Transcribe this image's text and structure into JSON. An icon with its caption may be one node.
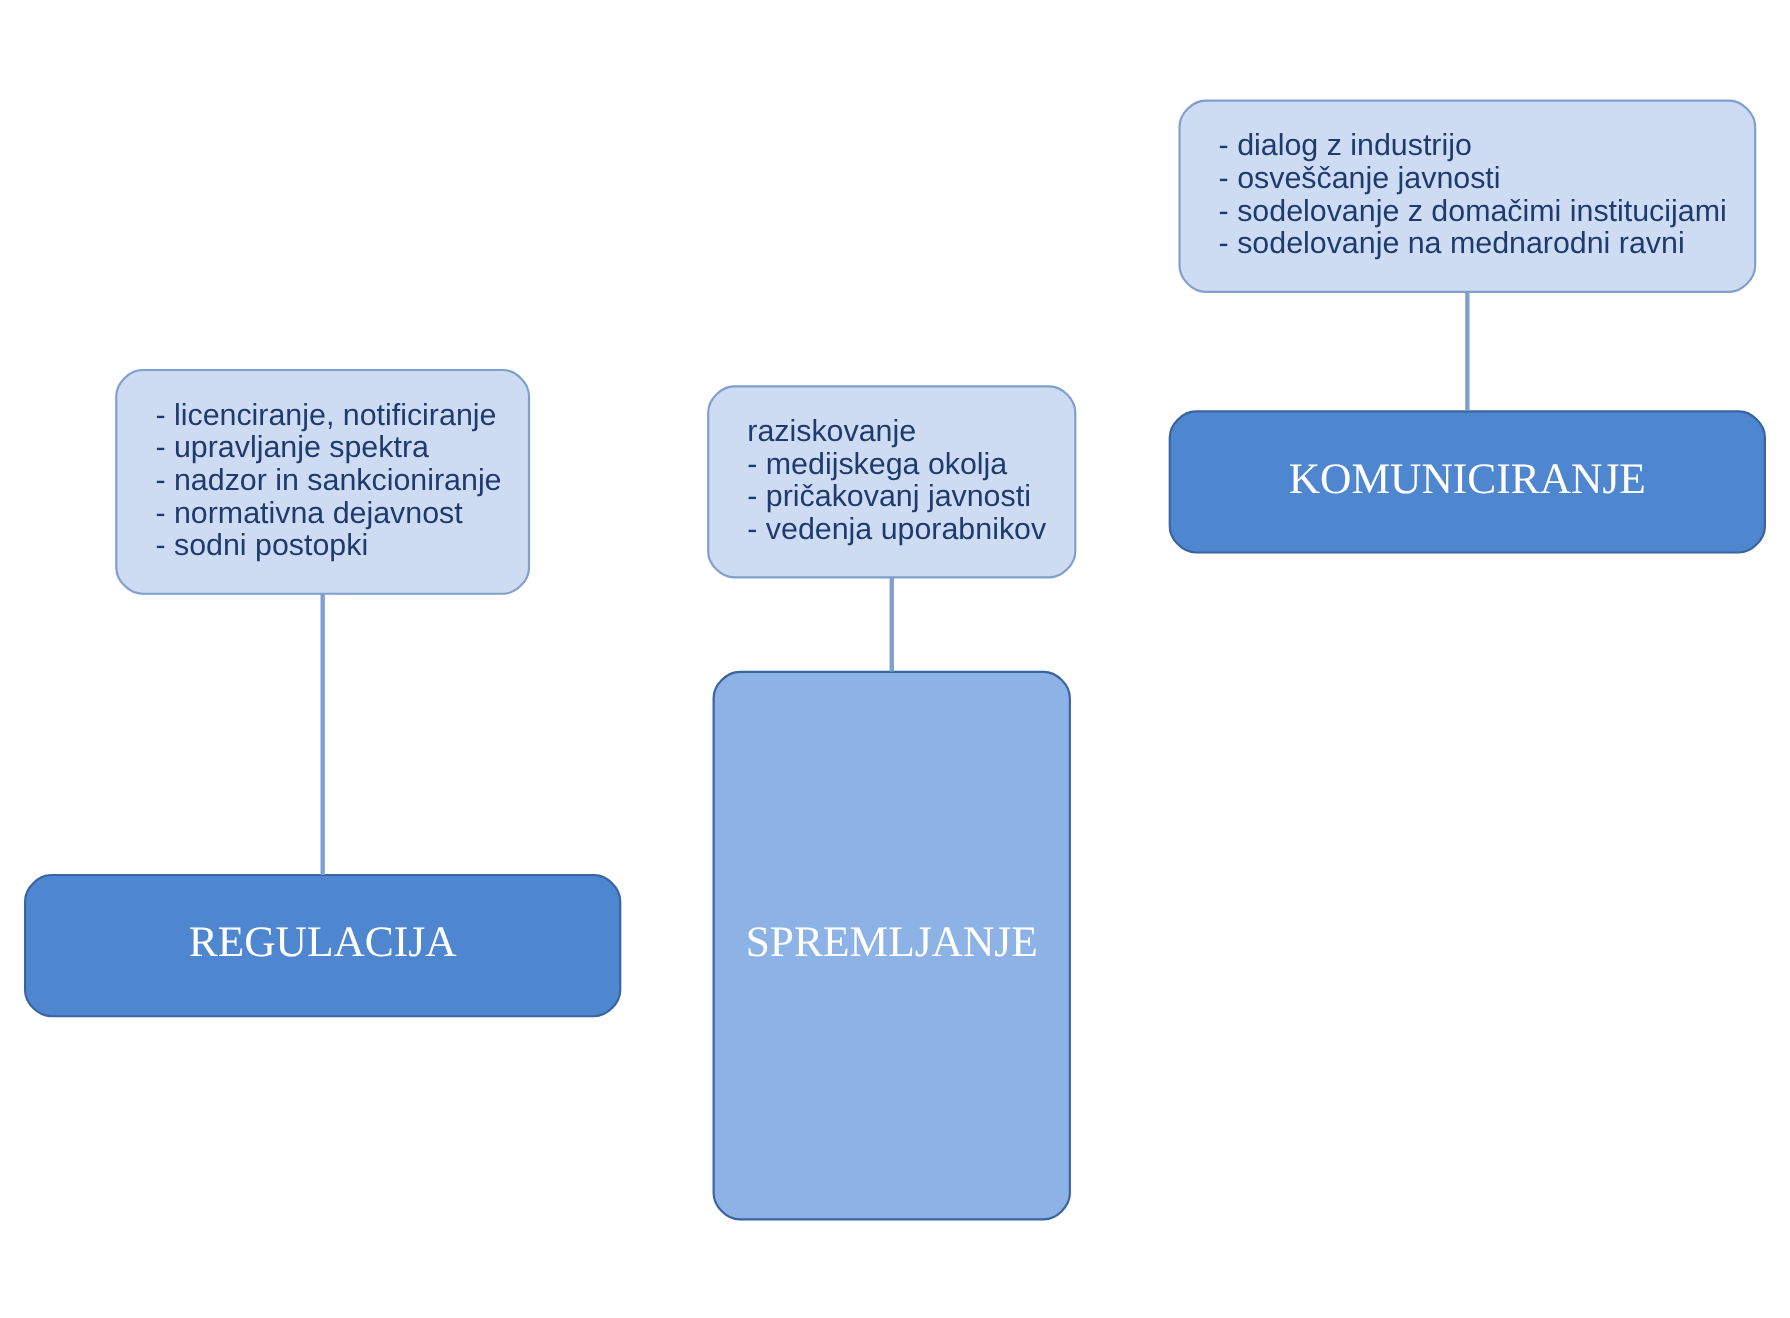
{
  "diagram": {
    "nodes": [
      {
        "text": [
          "- licenciranje, notificiranje",
          "- upravljanje spektra",
          "- nadzor in sankcioniranje",
          "- normativna dejavnost",
          "- sodni postopki"
        ]
      },
      {
        "text": [
          "SPREMLJANJE"
        ]
      },
      {
        "text": [
          "REGULACIJA"
        ]
      },
      {
        "text": [
          "KOMUNICIRANJE"
        ]
      },
      {
        "text": [
          "raziskovanje",
          "- medijskega okolja",
          "- pričakovanj javnosti",
          "- vedenja uporabnikov"
        ]
      },
      {
        "text": [
          "- dialog z industrijo",
          "- osveščanje javnosti",
          "- sodelovanje z domačimi institucijami",
          "- sodelovanje na mednarodni ravni"
        ]
      }
    ],
    "edges": [
      {
        "from": 0,
        "to": 2,
        "arrow": "none"
      },
      {
        "from": 4,
        "to": 1,
        "arrow": "none"
      },
      {
        "from": 5,
        "to": 3,
        "arrow": "none"
      }
    ]
  }
}
